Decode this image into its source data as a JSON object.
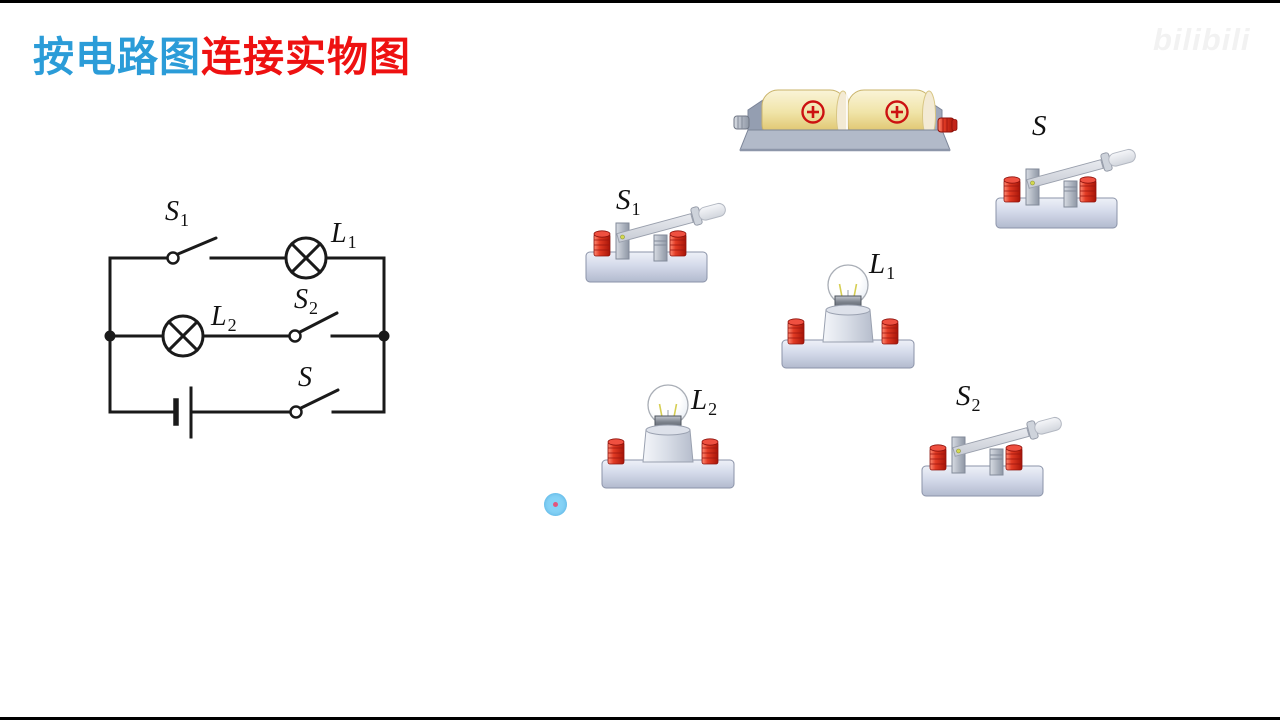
{
  "title": {
    "blue_text": "按电路图",
    "red_text": "连接实物图"
  },
  "watermark": "bilibili",
  "colors": {
    "title_blue": "#2b9cd8",
    "title_red": "#ee1111",
    "wire_black": "#1a1a1a",
    "terminal_red": "#d42a1c",
    "battery_cell_yellow": "#eee0a0",
    "component_base_gray": "#ccd3e2",
    "cursor_blue": "#70caf5"
  },
  "circuit": {
    "labels": {
      "s1": {
        "base": "S",
        "sub": "1"
      },
      "l1": {
        "base": "L",
        "sub": "1"
      },
      "l2": {
        "base": "L",
        "sub": "2"
      },
      "s2": {
        "base": "S",
        "sub": "2"
      },
      "s": {
        "base": "S",
        "sub": ""
      }
    }
  },
  "workbench": {
    "labels": {
      "s": {
        "base": "S",
        "sub": ""
      },
      "s1": {
        "base": "S",
        "sub": "1"
      },
      "l1": {
        "base": "L",
        "sub": "1"
      },
      "l2": {
        "base": "L",
        "sub": "2"
      },
      "s2": {
        "base": "S",
        "sub": "2"
      }
    },
    "icons": {
      "battery_positive": "circle-plus-icon"
    }
  }
}
